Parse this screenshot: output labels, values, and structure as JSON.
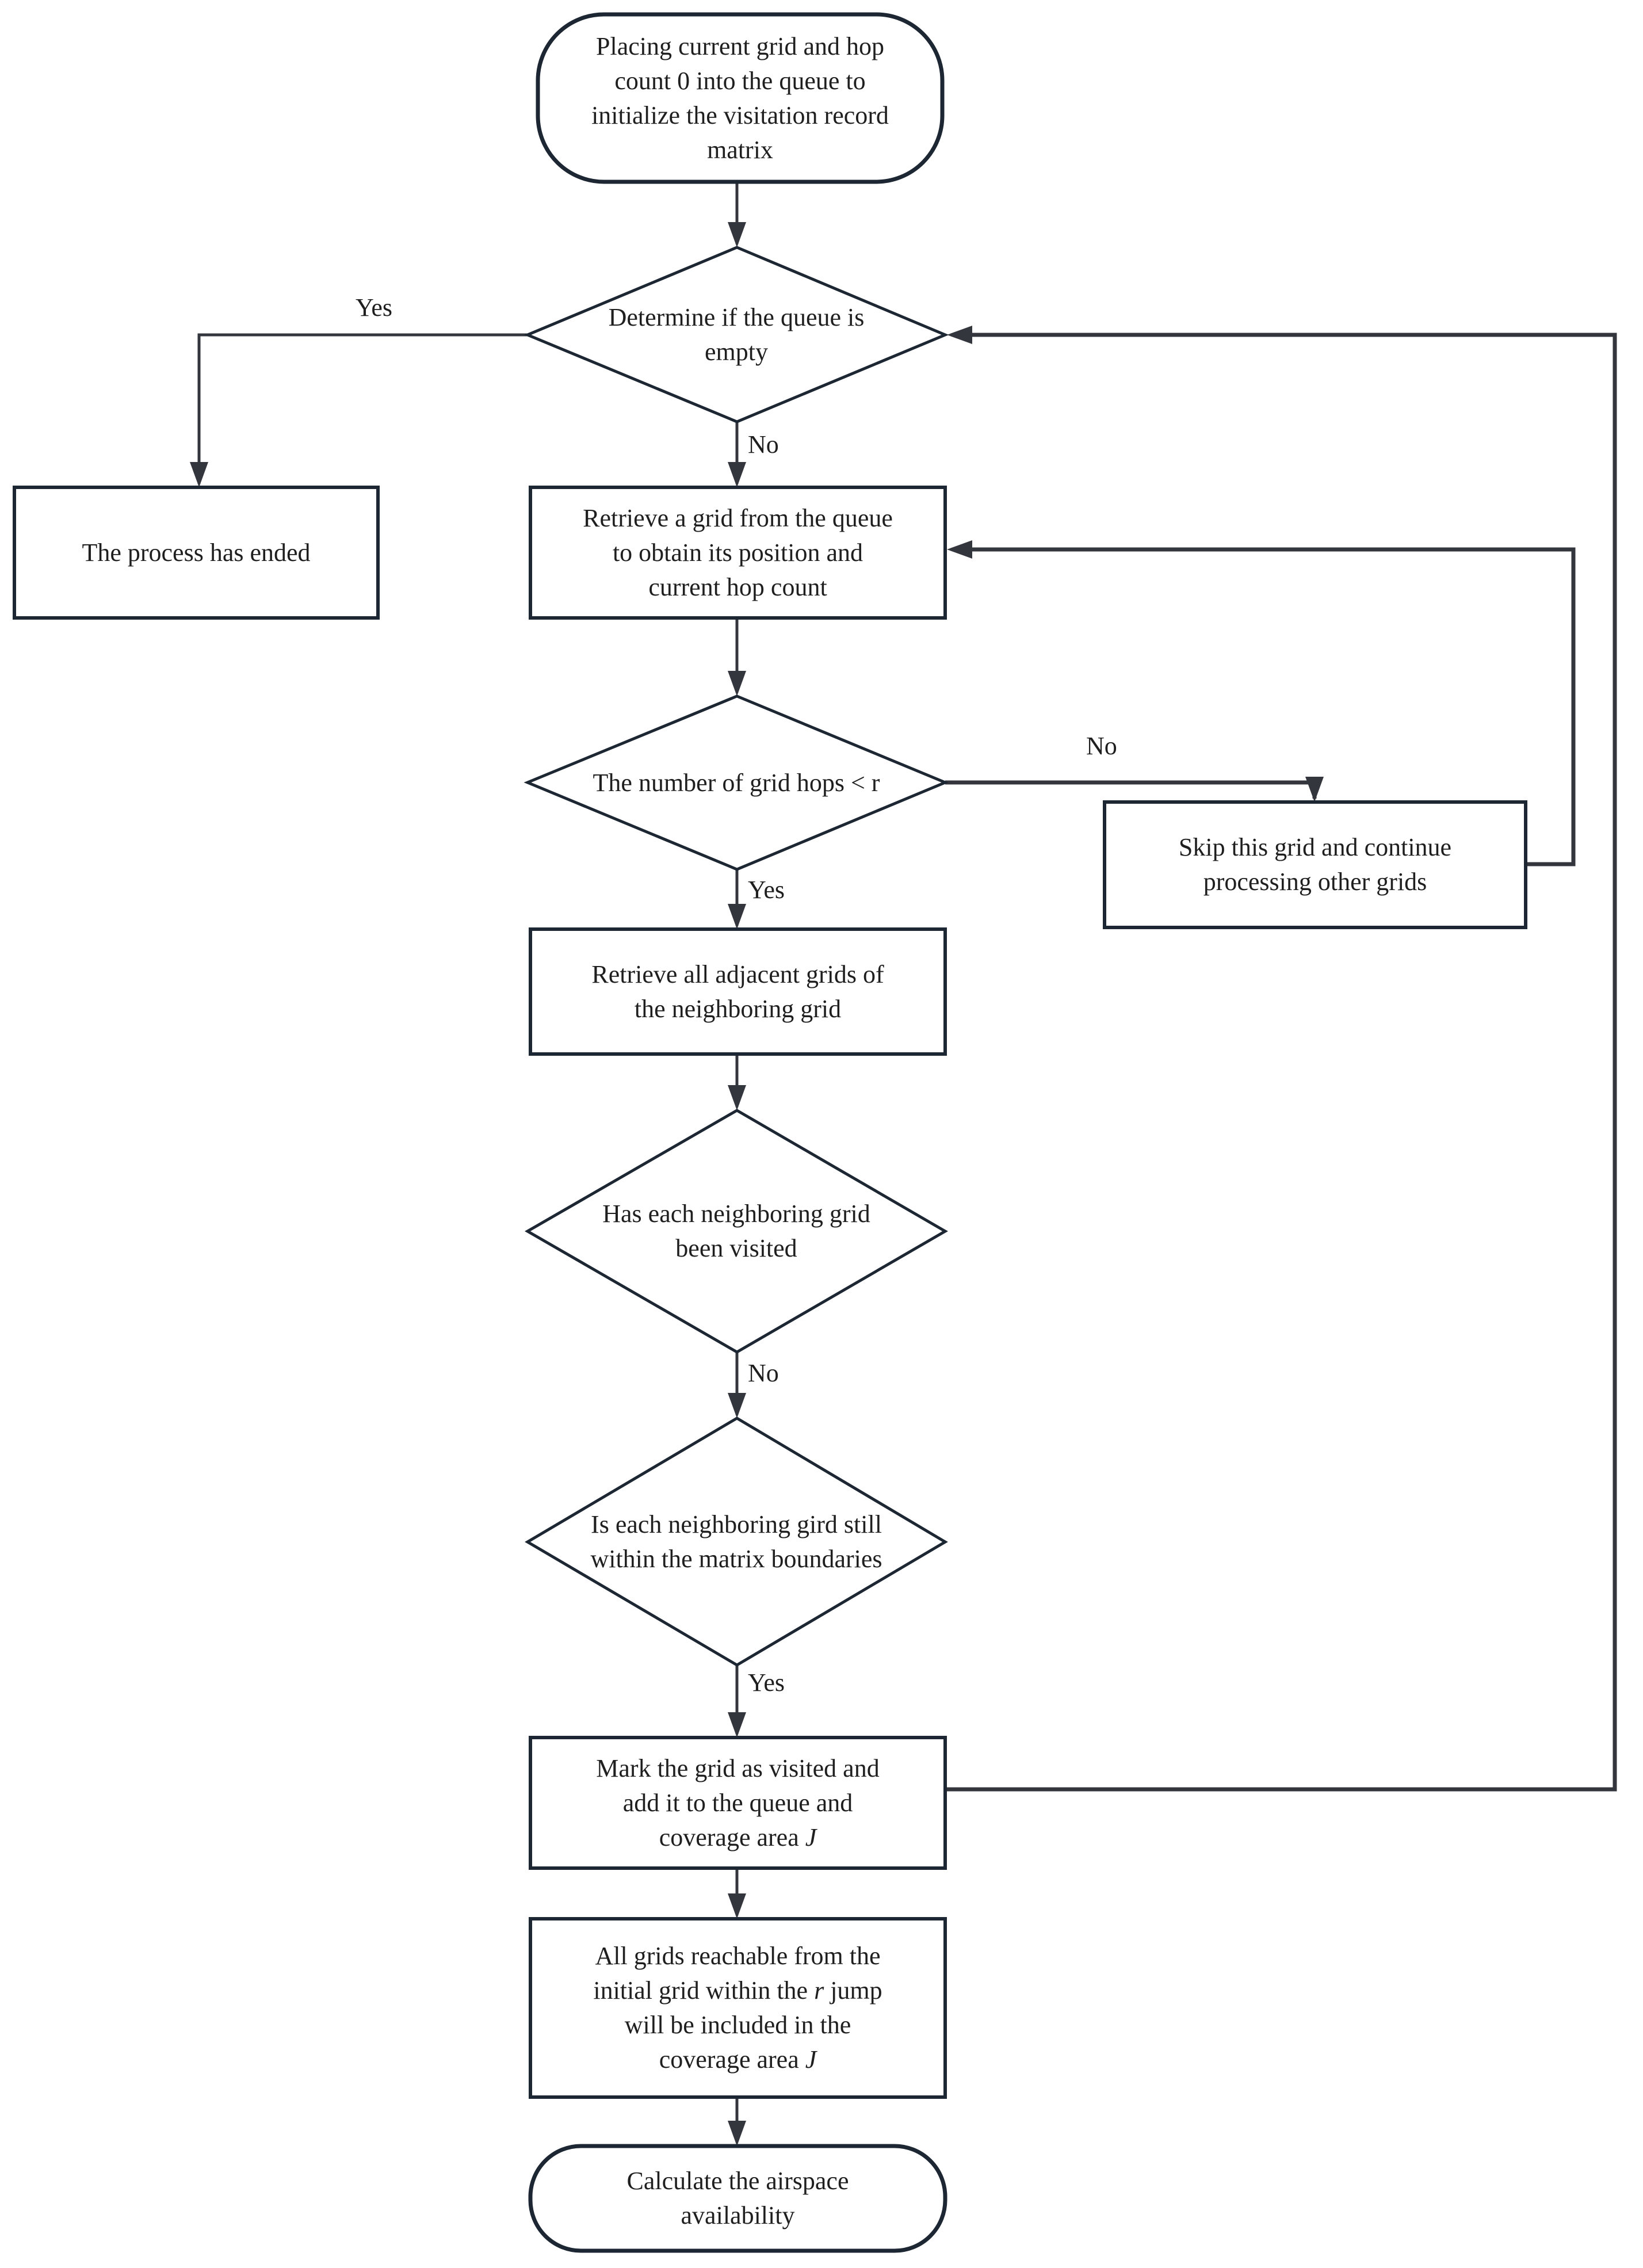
{
  "diagram": {
    "background": "#ffffff",
    "line_color": "#33373d",
    "shape_border_color": "#1d2733",
    "text_color": "#1f1f1f"
  },
  "nodes": {
    "start": {
      "type": "terminator",
      "lines": [
        "Placing current grid and hop",
        "count 0 into the queue to",
        "initialize the visitation record",
        "matrix"
      ]
    },
    "queue_empty": {
      "type": "decision",
      "lines": [
        "Determine if the queue is",
        "empty"
      ]
    },
    "process_ended": {
      "type": "process",
      "lines": [
        "The process has ended"
      ]
    },
    "retrieve_grid": {
      "type": "process",
      "lines": [
        "Retrieve a grid from the queue",
        "to obtain its position and",
        "current hop count"
      ]
    },
    "hops_check": {
      "type": "decision",
      "lines": [
        "The number of grid hops < r"
      ]
    },
    "skip_grid": {
      "type": "process",
      "lines": [
        "Skip this grid and continue",
        "processing other grids"
      ]
    },
    "adjacent_grids": {
      "type": "process",
      "lines": [
        "Retrieve all adjacent grids of",
        "the neighboring grid"
      ]
    },
    "visited_check": {
      "type": "decision",
      "lines": [
        "Has each neighboring grid",
        "been visited"
      ]
    },
    "boundary_check": {
      "type": "decision",
      "lines": [
        "Is each neighboring gird still",
        "within the matrix boundaries"
      ]
    },
    "mark_grid": {
      "type": "process",
      "line1": "Mark the grid as visited and",
      "line2": "add it to the queue and",
      "line3_text": "coverage area ",
      "line3_var": "J"
    },
    "all_grids": {
      "type": "process",
      "line1": "All grids reachable from the",
      "line2_a": "initial grid within the ",
      "line2_var": "r",
      "line2_b": " jump",
      "line3": "will be included in the",
      "line4_text": "coverage area ",
      "line4_var": "J"
    },
    "calc_availability": {
      "type": "terminator",
      "lines": [
        "Calculate the airspace",
        "availability"
      ]
    }
  },
  "edge_labels": {
    "queue_empty_yes": "Yes",
    "queue_empty_no": "No",
    "hops_no": "No",
    "hops_yes": "Yes",
    "visited_no": "No",
    "boundary_yes": "Yes"
  }
}
